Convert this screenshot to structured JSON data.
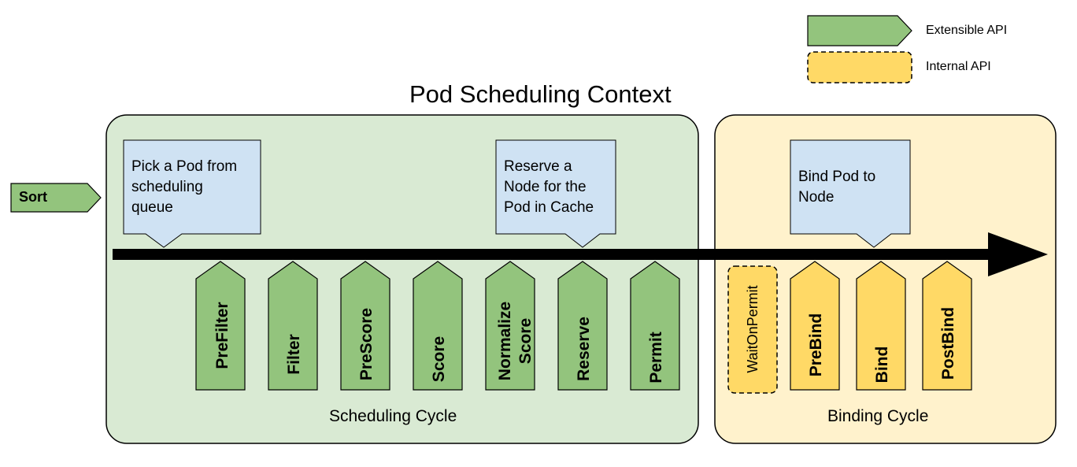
{
  "title": "Pod Scheduling Context",
  "legend": [
    {
      "label": "Extensible API",
      "color": "#93c47d"
    },
    {
      "label": "Internal API",
      "color": "#ffd966"
    }
  ],
  "sort_label": "Sort",
  "scheduling_cycle": {
    "label": "Scheduling Cycle",
    "bg_color": "#d9ead3",
    "callouts": [
      "Pick a Pod from\nscheduling\nqueue",
      "Reserve a\nNode for the\nPod in Cache"
    ],
    "plugins": [
      "PreFilter",
      "Filter",
      "PreScore",
      "Score",
      "Normalize\nScore",
      "Reserve",
      "Permit"
    ]
  },
  "binding_cycle": {
    "label": "Binding Cycle",
    "bg_color": "#fff2cc",
    "callout": "Bind Pod to\nNode",
    "internal": "WaitOnPermit",
    "plugins": [
      "PreBind",
      "Bind",
      "PostBind"
    ]
  },
  "colors": {
    "extensible": "#93c47d",
    "internal": "#ffd966",
    "callout": "#cfe2f3"
  }
}
